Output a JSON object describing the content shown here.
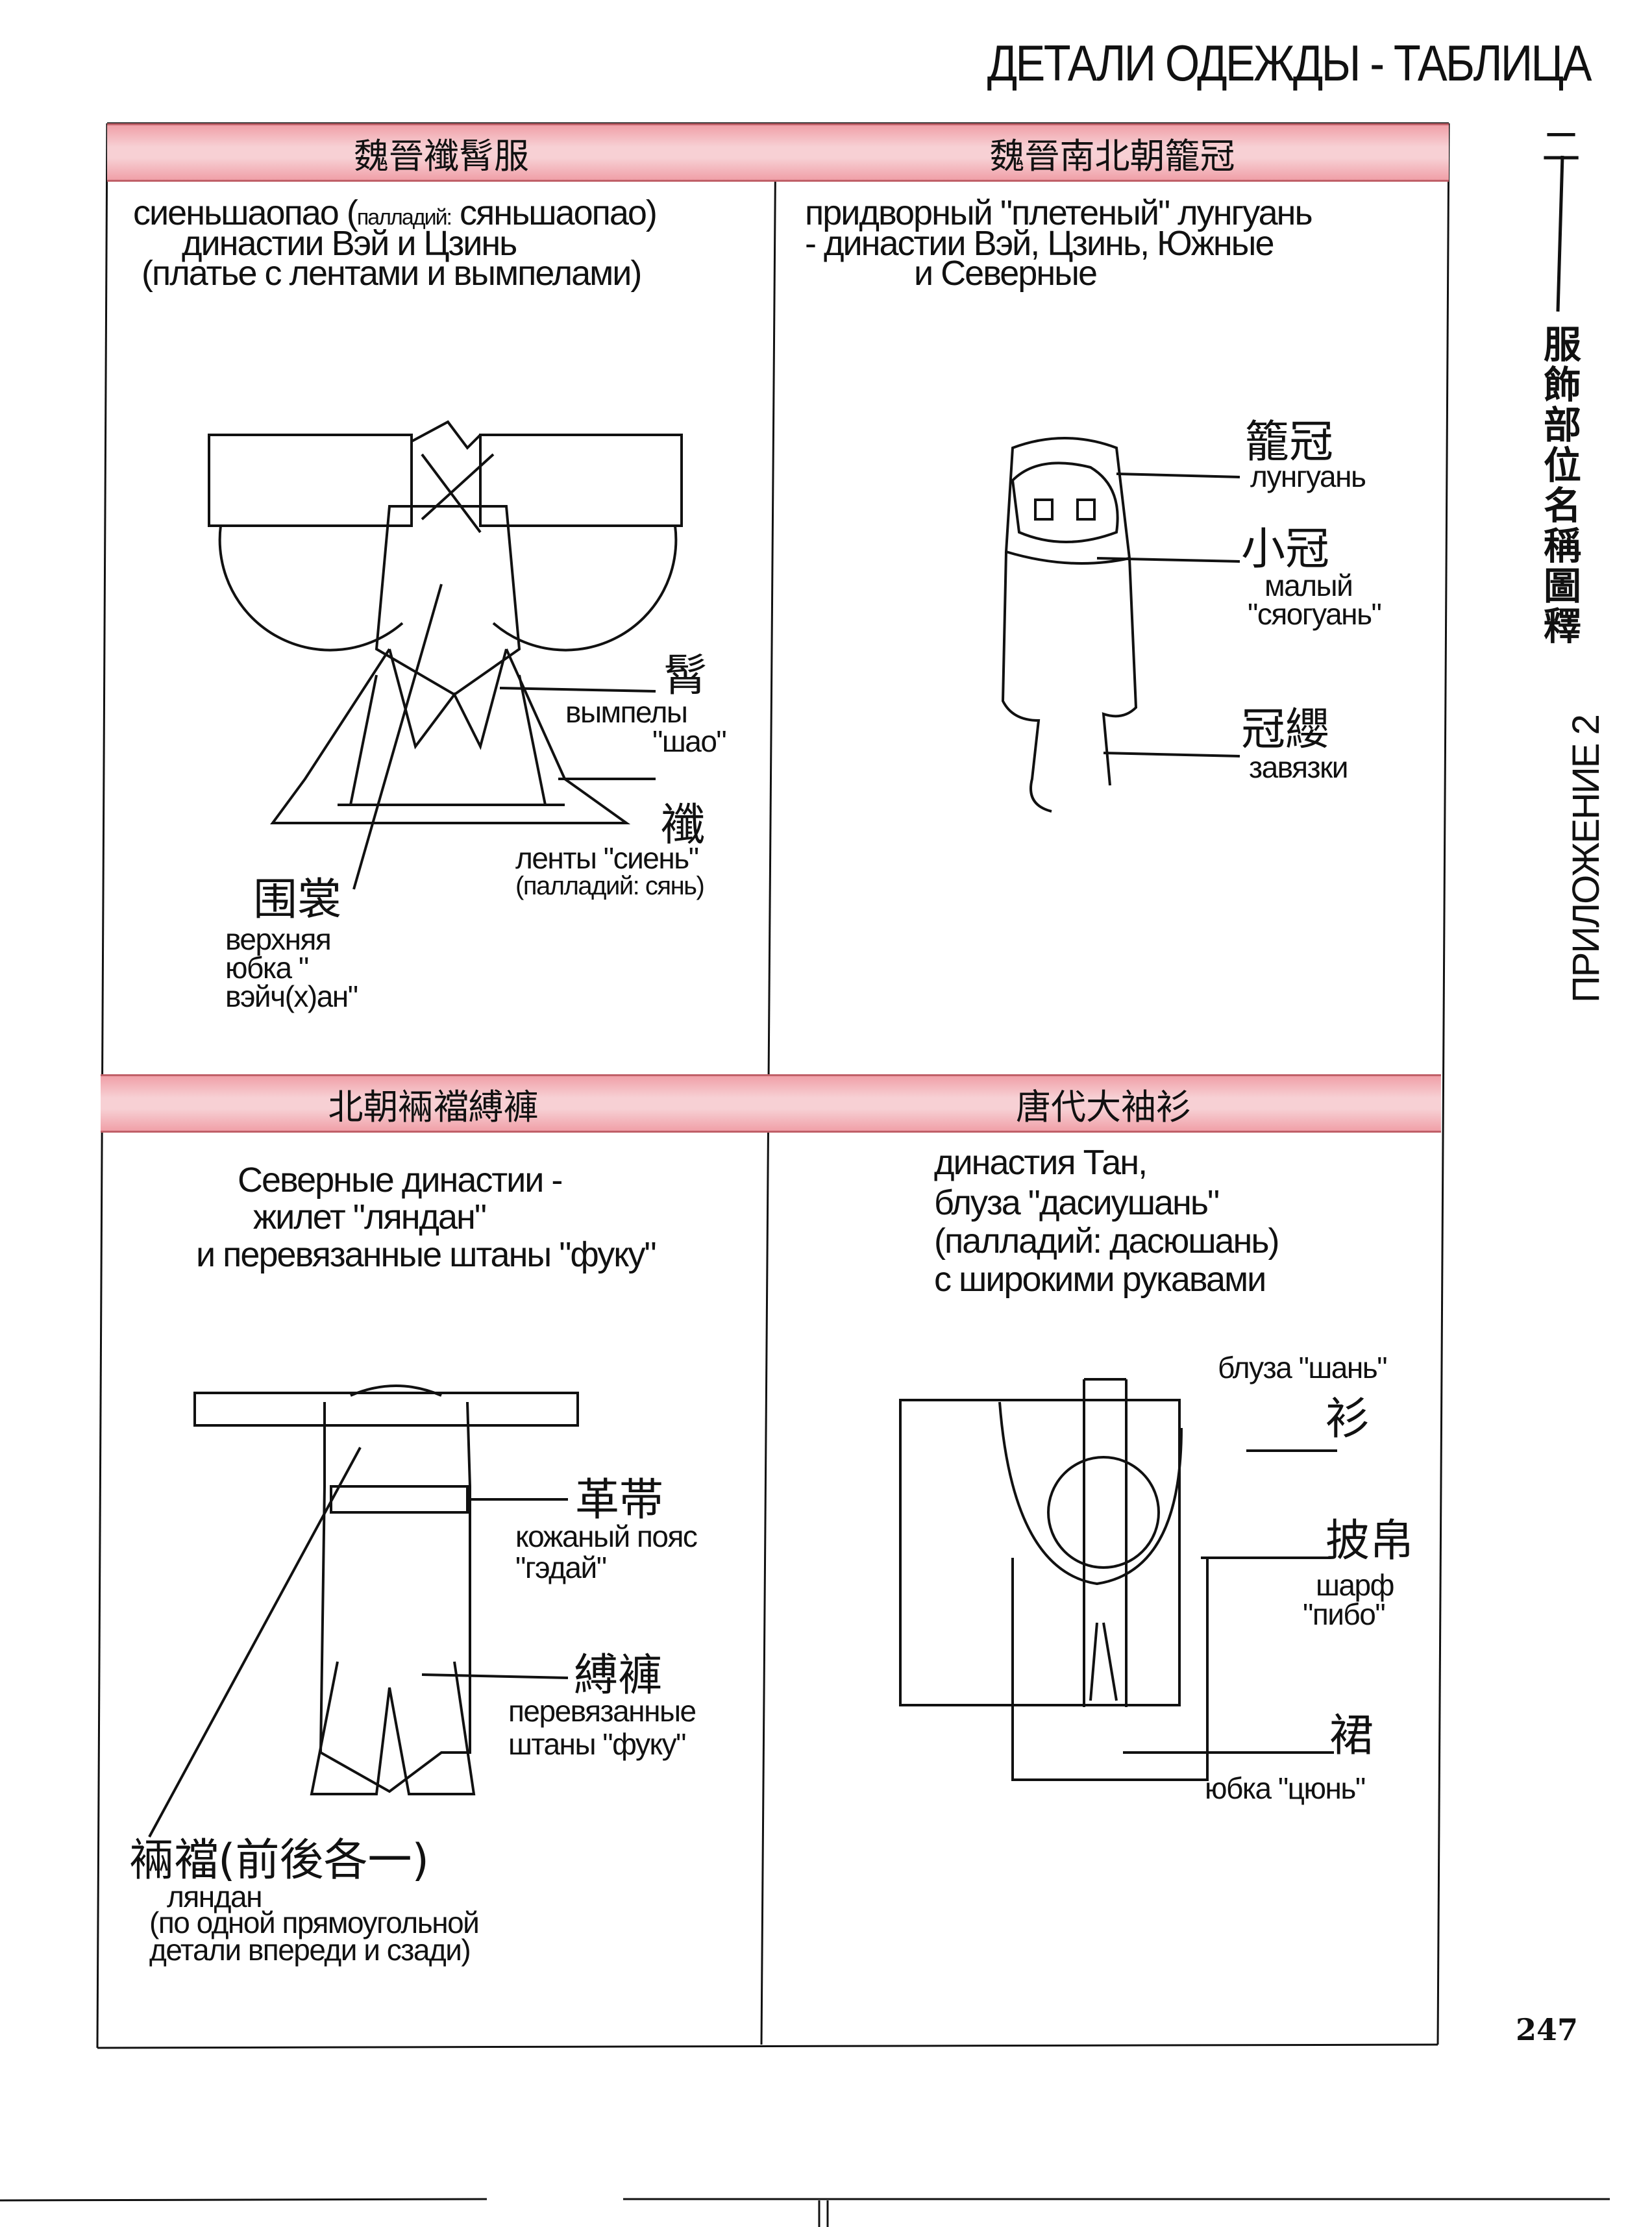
{
  "page_title": "ДЕТАЛИ ОДЕЖДЫ - ТАБЛИЦА",
  "sidebar": {
    "section_number": "二",
    "cn_title": "服飾部位名稱圖釋",
    "ru_title": "ПРИЛОЖЕНИЕ 2"
  },
  "page_number": "247",
  "cells": [
    {
      "header": "魏晉襳髾服",
      "desc": [
        "сиеньшаопао (",
        "палладий:",
        " сяньшаопао)",
        "династии Вэй и Цзинь",
        "(платье с лентами и вымпелами)"
      ],
      "labels": [
        {
          "cn": "髾",
          "ru": [
            "вымпелы",
            "\"шао\""
          ]
        },
        {
          "cn": "襳",
          "ru": [
            "ленты \"сиень\"",
            "(палладий: сянь)"
          ]
        },
        {
          "cn": "围裳",
          "ru": [
            "верхняя",
            "юбка \"",
            "вэйч(х)ан\""
          ]
        }
      ]
    },
    {
      "header": "魏晉南北朝籠冠",
      "desc": [
        "придворный \"плетеный\" лунгуань",
        "- династии Вэй, Цзинь, Южные",
        "и Северные"
      ],
      "labels": [
        {
          "cn": "籠冠",
          "ru": [
            "лунгуань"
          ]
        },
        {
          "cn": "小冠",
          "ru": [
            "малый",
            "\"сяогуань\""
          ]
        },
        {
          "cn": "冠纓",
          "ru": [
            "завязки"
          ]
        }
      ]
    },
    {
      "header": "北朝裲襠縛褲",
      "desc": [
        "Северные династии -",
        "жилет \"ляндан\"",
        "и перевязанные штаны \"фуку\""
      ],
      "labels": [
        {
          "cn": "革帯",
          "ru": [
            "кожаный пояс",
            "\"гэдай\""
          ]
        },
        {
          "cn": "縛褲",
          "ru": [
            "перевязанные",
            "штаны \"фуку\""
          ]
        },
        {
          "cn": "裲襠(前後各一)",
          "ru": [
            "ляндан",
            "(по одной прямоугольной",
            "детали впереди и сзади)"
          ]
        }
      ]
    },
    {
      "header": "唐代大袖衫",
      "desc": [
        "династия Тан,",
        "блуза \"дасиушань\"",
        "(палладий: дасюшань)",
        "с широкими рукавами"
      ],
      "labels": [
        {
          "cn": "衫",
          "ru": [
            "блуза \"шань\""
          ]
        },
        {
          "cn": "披帛",
          "ru": [
            "шарф",
            "\"пибо\""
          ]
        },
        {
          "cn": "裙",
          "ru": [
            "юбка \"цюнь\""
          ]
        }
      ]
    }
  ]
}
